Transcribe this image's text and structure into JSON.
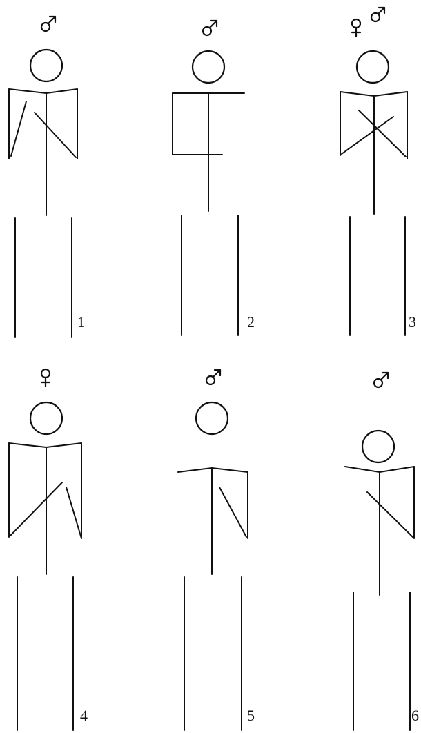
{
  "figures": [
    {
      "label": "1",
      "sex": [
        "male"
      ]
    },
    {
      "label": "2",
      "sex": [
        "male"
      ]
    },
    {
      "label": "3",
      "sex": [
        "female",
        "male"
      ]
    },
    {
      "label": "4",
      "sex": [
        "female"
      ]
    },
    {
      "label": "5",
      "sex": [
        "male"
      ]
    },
    {
      "label": "6",
      "sex": [
        "male"
      ]
    }
  ],
  "colors": {
    "ink": "#111111",
    "background": "#ffffff"
  }
}
